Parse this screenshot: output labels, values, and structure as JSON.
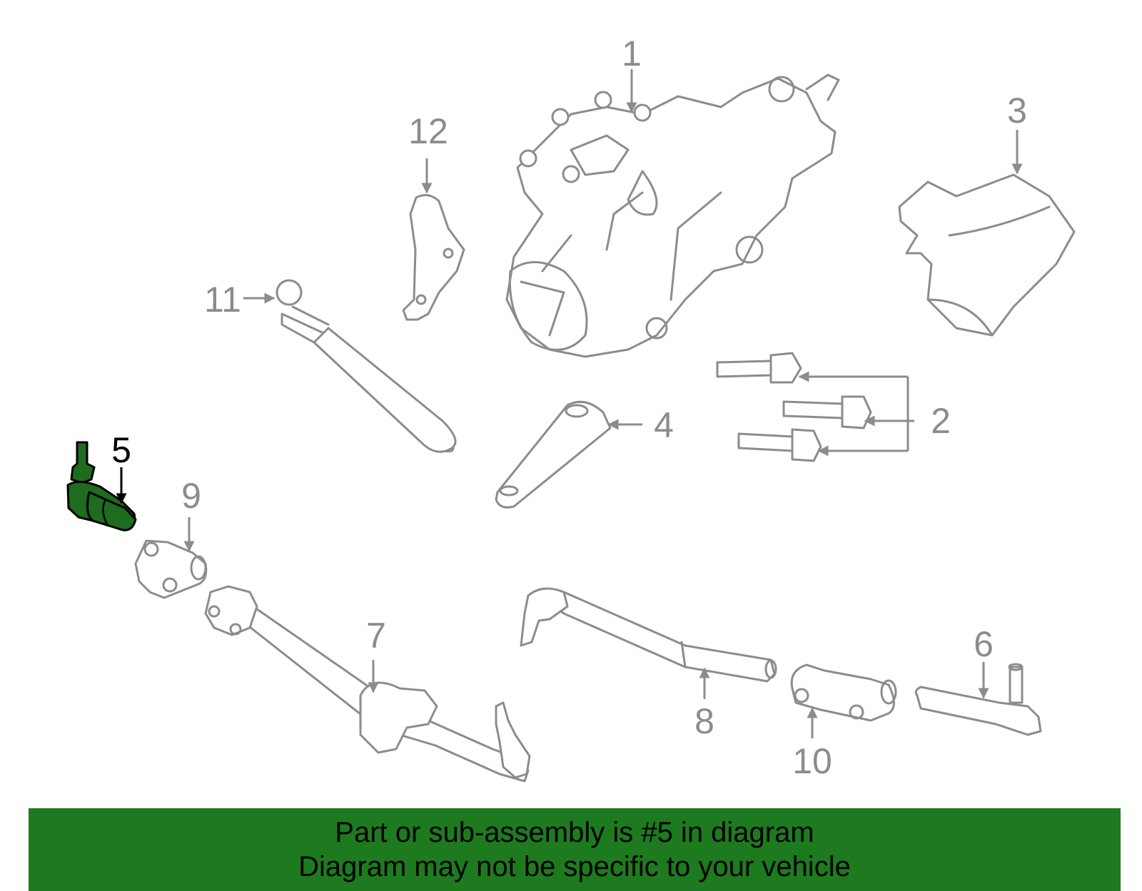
{
  "callouts": {
    "c1": "1",
    "c2": "2",
    "c3": "3",
    "c4": "4",
    "c5": "5",
    "c6": "6",
    "c7": "7",
    "c8": "8",
    "c9": "9",
    "c10": "10",
    "c11": "11",
    "c12": "12"
  },
  "highlighted_part": "5",
  "colors": {
    "highlight": "#1f6b1f",
    "banner": "#1e7a1e",
    "outline": "#8c8c8c"
  },
  "banner": {
    "line1": "Part or sub-assembly is #5 in diagram",
    "line2": "Diagram may not be specific to your vehicle"
  }
}
